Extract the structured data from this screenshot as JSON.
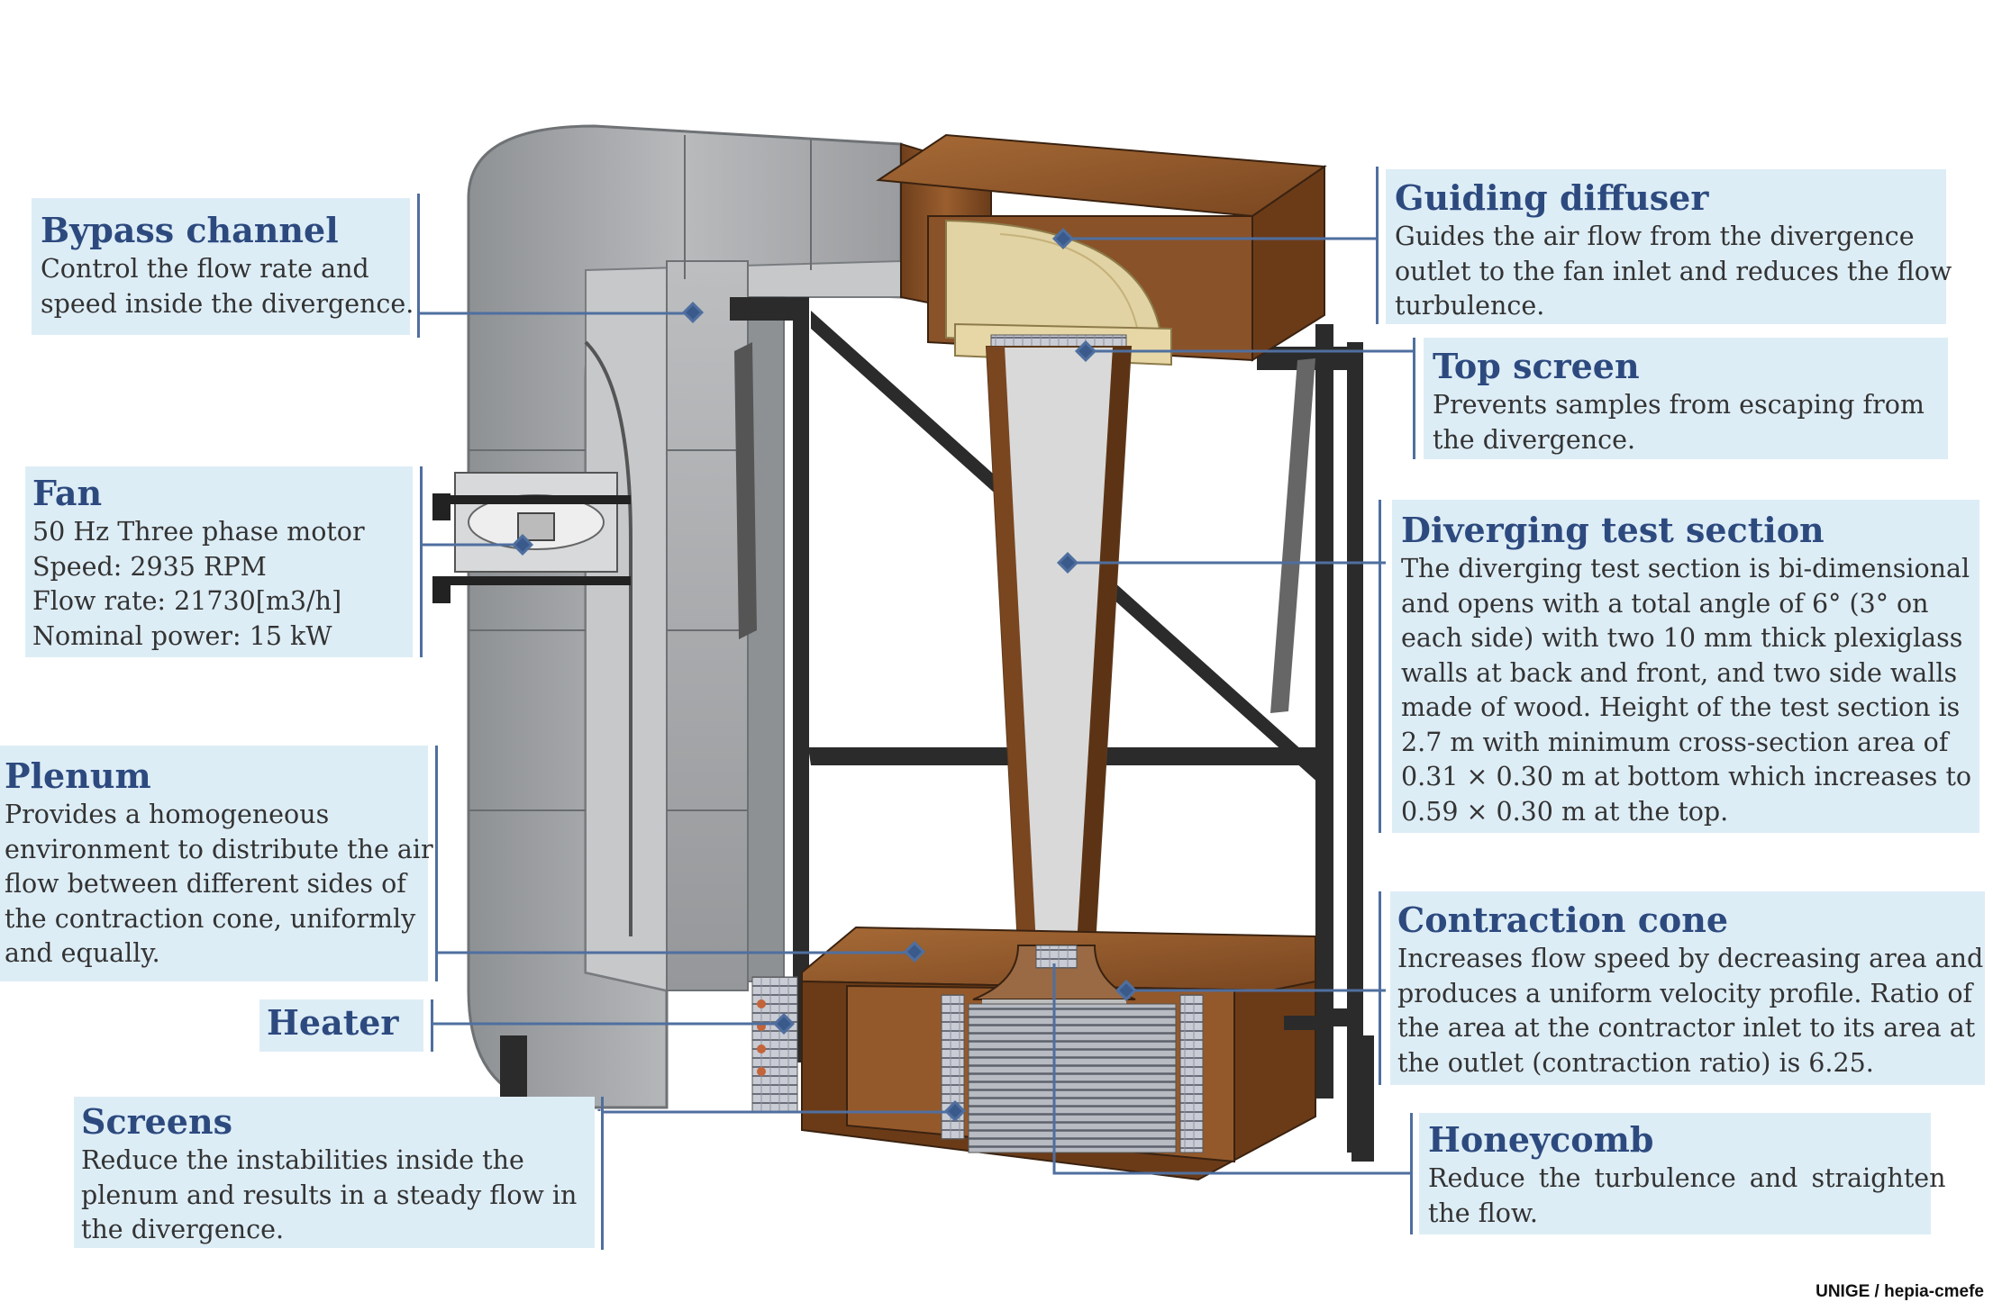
{
  "labels": {
    "bypass": {
      "title": "Bypass channel",
      "lines": [
        "Control the flow rate and",
        "speed inside the divergence."
      ]
    },
    "fan": {
      "title": "Fan",
      "lines": [
        "50 Hz Three phase motor",
        "Speed: 2935 RPM",
        "Flow rate: 21730[m3/h]",
        "Nominal power: 15 kW"
      ]
    },
    "plenum": {
      "title": "Plenum",
      "lines": [
        "Provides a homogeneous",
        "environment to distribute the air",
        "flow between different sides of",
        "the contraction cone, uniformly",
        "and equally."
      ]
    },
    "heater": {
      "title": "Heater"
    },
    "screens": {
      "title": "Screens",
      "lines": [
        "Reduce the instabilities inside the",
        "plenum and results in a steady flow in",
        "the divergence."
      ]
    },
    "guiding": {
      "title": "Guiding diffuser",
      "lines": [
        "Guides the air flow from the divergence",
        "outlet to the fan inlet and reduces the flow",
        "turbulence."
      ]
    },
    "topscreen": {
      "title": "Top screen",
      "lines": [
        "Prevents samples from escaping from",
        "the divergence."
      ]
    },
    "diverging": {
      "title": "Diverging test section",
      "lines": [
        "The diverging test section is bi-dimensional",
        "and opens with a total angle of 6° (3° on",
        "each side) with two 10 mm thick plexiglass",
        "walls at back and front, and two side walls",
        "made of wood. Height of the test section is",
        "2.7 m with minimum cross-section area of",
        "0.31 × 0.30 m at bottom which increases to",
        "0.59 × 0.30 m at the top."
      ]
    },
    "contraction": {
      "title": "Contraction cone",
      "lines": [
        "Increases flow speed by decreasing area and",
        "produces a uniform velocity profile. Ratio of",
        "the area at the contractor inlet to its area at",
        "the outlet (contraction ratio) is 6.25."
      ]
    },
    "honeycomb": {
      "title": "Honeycomb",
      "lines": [
        "Reduce the turbulence and straighten",
        "the flow."
      ]
    }
  },
  "credit": "UNIGE / hepia-cmefe",
  "colors": {
    "label_bg": "#ddedf6",
    "title": "#2d4a7f",
    "leader": "#4f6f9f",
    "wood": "#8a5228",
    "duct": "#a9abad",
    "frame": "#2b2b2b"
  }
}
